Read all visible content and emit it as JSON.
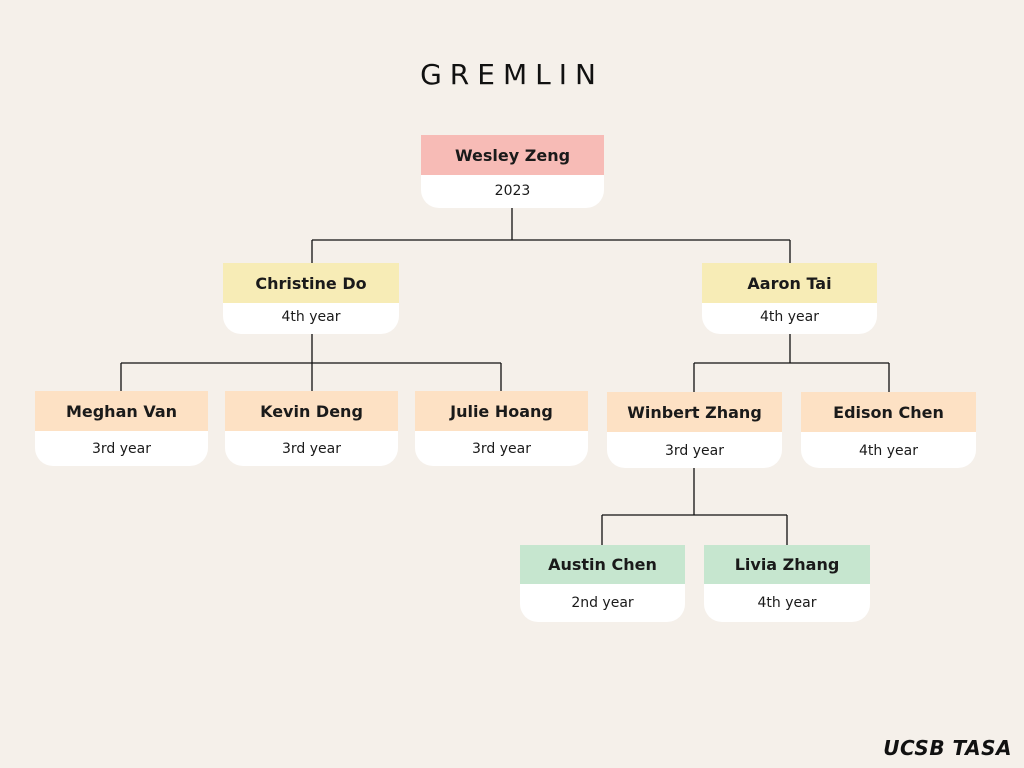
{
  "title": "GREMLIN",
  "logo": "UCSB TASA",
  "colors": {
    "background": "#f5f0ea",
    "root": "#f7bbb6",
    "level1": "#f7ecb6",
    "level2": "#fde1c4",
    "level3": "#c6e6cf",
    "line": "#111111"
  },
  "nodes": {
    "wesley": {
      "name": "Wesley Zeng",
      "year": "2023"
    },
    "christine": {
      "name": "Christine Do",
      "year": "4th year"
    },
    "aaron": {
      "name": "Aaron Tai",
      "year": "4th year"
    },
    "meghan": {
      "name": "Meghan Van",
      "year": "3rd year"
    },
    "kevin": {
      "name": "Kevin Deng",
      "year": "3rd year"
    },
    "julie": {
      "name": "Julie Hoang",
      "year": "3rd year"
    },
    "winbert": {
      "name": "Winbert Zhang",
      "year": "3rd year"
    },
    "edison": {
      "name": "Edison Chen",
      "year": "4th year"
    },
    "austin": {
      "name": "Austin Chen",
      "year": "2nd year"
    },
    "livia": {
      "name": "Livia Zhang",
      "year": "4th year"
    }
  }
}
